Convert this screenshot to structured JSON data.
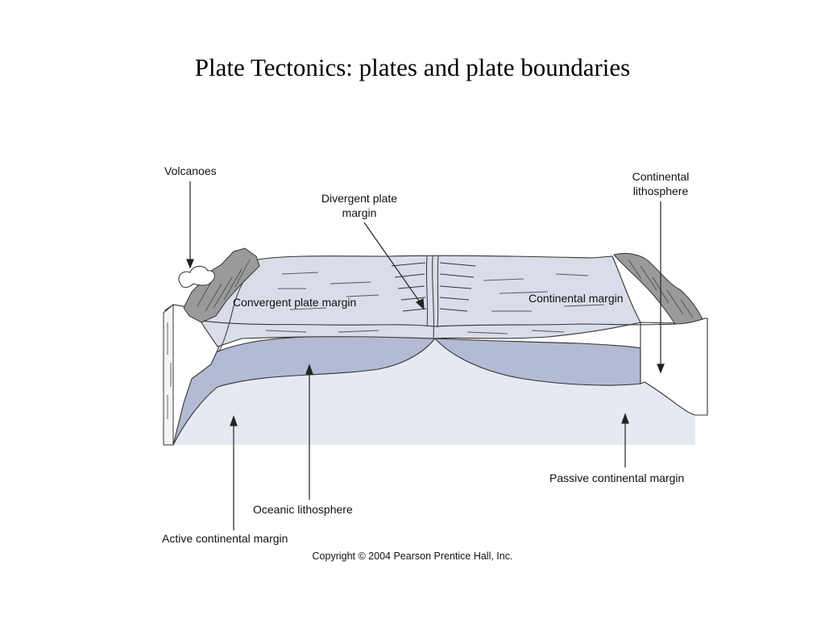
{
  "slide": {
    "title": "Plate Tectonics: plates and plate boundaries"
  },
  "diagram": {
    "labels": {
      "volcanoes": "Volcanoes",
      "continental_lithosphere_line1": "Continental",
      "continental_lithosphere_line2": "lithosphere",
      "divergent_line1": "Divergent plate",
      "divergent_line2": "margin",
      "convergent": "Convergent plate margin",
      "continental_margin": "Continental margin",
      "passive_margin": "Passive continental margin",
      "oceanic_lithosphere": "Oceanic lithosphere",
      "active_margin": "Active continental margin"
    },
    "colors": {
      "ocean_surface": "#d9dde9",
      "oceanic_lithosphere": "#b3bad3",
      "mantle": "#e6e9f2",
      "continent": "#ffffff",
      "mountains": "#9a9a9a",
      "outline": "#333333"
    }
  },
  "footer": {
    "copyright": "Copyright © 2004 Pearson Prentice Hall, Inc."
  }
}
